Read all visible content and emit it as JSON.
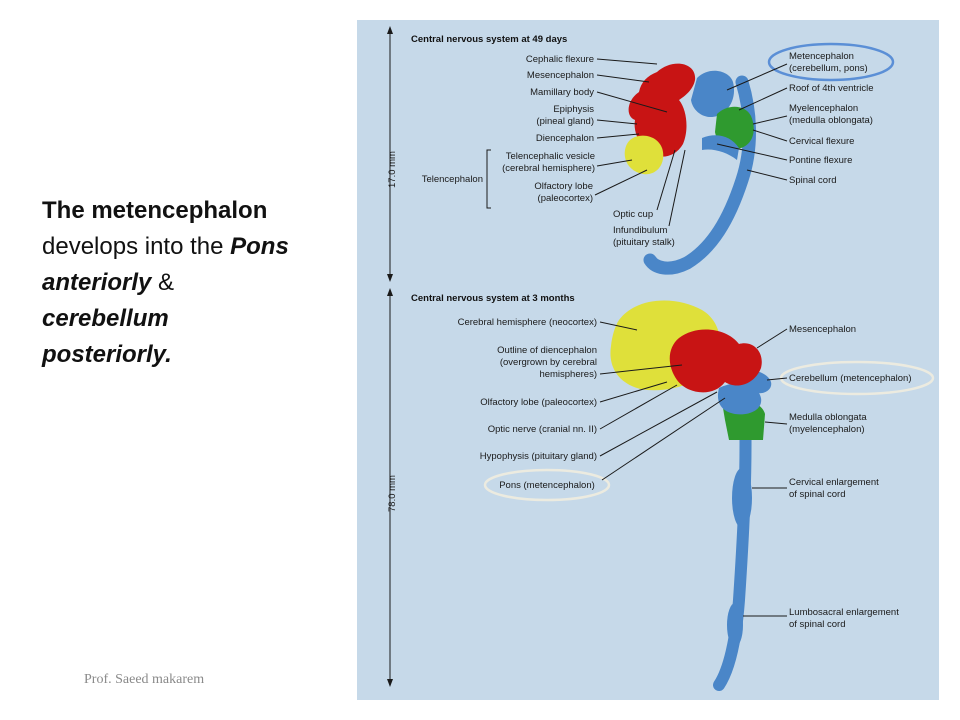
{
  "caption": {
    "line1_bold": "The metencephalon",
    "line2_a": "develops into the ",
    "line2_b": "Pons",
    "line3_a": "anteriorly",
    "line3_b": " & ",
    "line4": "cerebellum",
    "line5": "posteriorly."
  },
  "footer": "Prof. Saeed makarem",
  "diagram": {
    "top": {
      "title": "Central nervous system at 49 days",
      "size": "17.0 mm",
      "left_labels": [
        "Cephalic flexure",
        "Mesencephalon",
        "Mamillary body",
        "Epiphysis",
        "(pineal gland)",
        "Diencephalon",
        "Telencephalic vesicle",
        "(cerebral hemisphere)",
        "Olfactory lobe",
        "(paleocortex)"
      ],
      "group_label": "Telencephalon",
      "right_labels": [
        "Metencephalon",
        "(cerebellum, pons)",
        "Roof of 4th ventricle",
        "Myelencephalon",
        "(medulla oblongata)",
        "Cervical flexure",
        "Pontine flexure",
        "Spinal cord"
      ],
      "bottom_labels": [
        "Optic cup",
        "Infundibulum",
        "(pituitary stalk)"
      ]
    },
    "bottom": {
      "title": "Central nervous system at 3 months",
      "size": "78.0 mm",
      "left_labels": [
        "Cerebral hemisphere (neocortex)",
        "Outline of diencephalon",
        "(overgrown by cerebral",
        "hemispheres)",
        "Olfactory lobe (paleocortex)",
        "Optic nerve (cranial nn. II)",
        "Hypophysis (pituitary gland)",
        "Pons (metencephalon)"
      ],
      "right_labels": [
        "Mesencephalon",
        "Cerebellum (metencephalon)",
        "Medulla oblongata",
        "(myelencephalon)",
        "Cervical enlargement",
        "of spinal cord",
        "Lumbosacral enlargement",
        "of spinal cord"
      ]
    },
    "colors": {
      "red": "#c81414",
      "blue": "#4a86c8",
      "green": "#2f9a2f",
      "yellow": "#dfe03a",
      "panel": "#c6d9e9",
      "highlight_blue": "#5b8fd6",
      "highlight_white": "#ecebe0"
    }
  }
}
